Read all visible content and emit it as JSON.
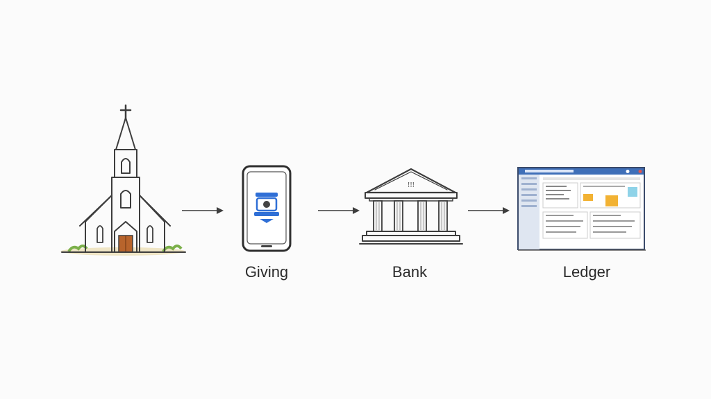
{
  "steps": [
    {
      "id": "church",
      "label": "",
      "icon": "church-icon"
    },
    {
      "id": "giving",
      "label": "Giving",
      "icon": "phone-giving-app-icon"
    },
    {
      "id": "bank",
      "label": "Bank",
      "icon": "bank-building-icon"
    },
    {
      "id": "ledger",
      "label": "Ledger",
      "icon": "ledger-dashboard-icon"
    }
  ],
  "labels": {
    "giving": "Giving",
    "bank": "Bank",
    "ledger": "Ledger"
  },
  "colors": {
    "ink": "#3d3d3d",
    "door": "#b8642c",
    "grass": "#7bb04a",
    "app_blue": "#2f6fd6",
    "window_blue": "#3f6fb8",
    "chart_orange": "#f2b233",
    "chart_teal": "#8fd3e8"
  }
}
